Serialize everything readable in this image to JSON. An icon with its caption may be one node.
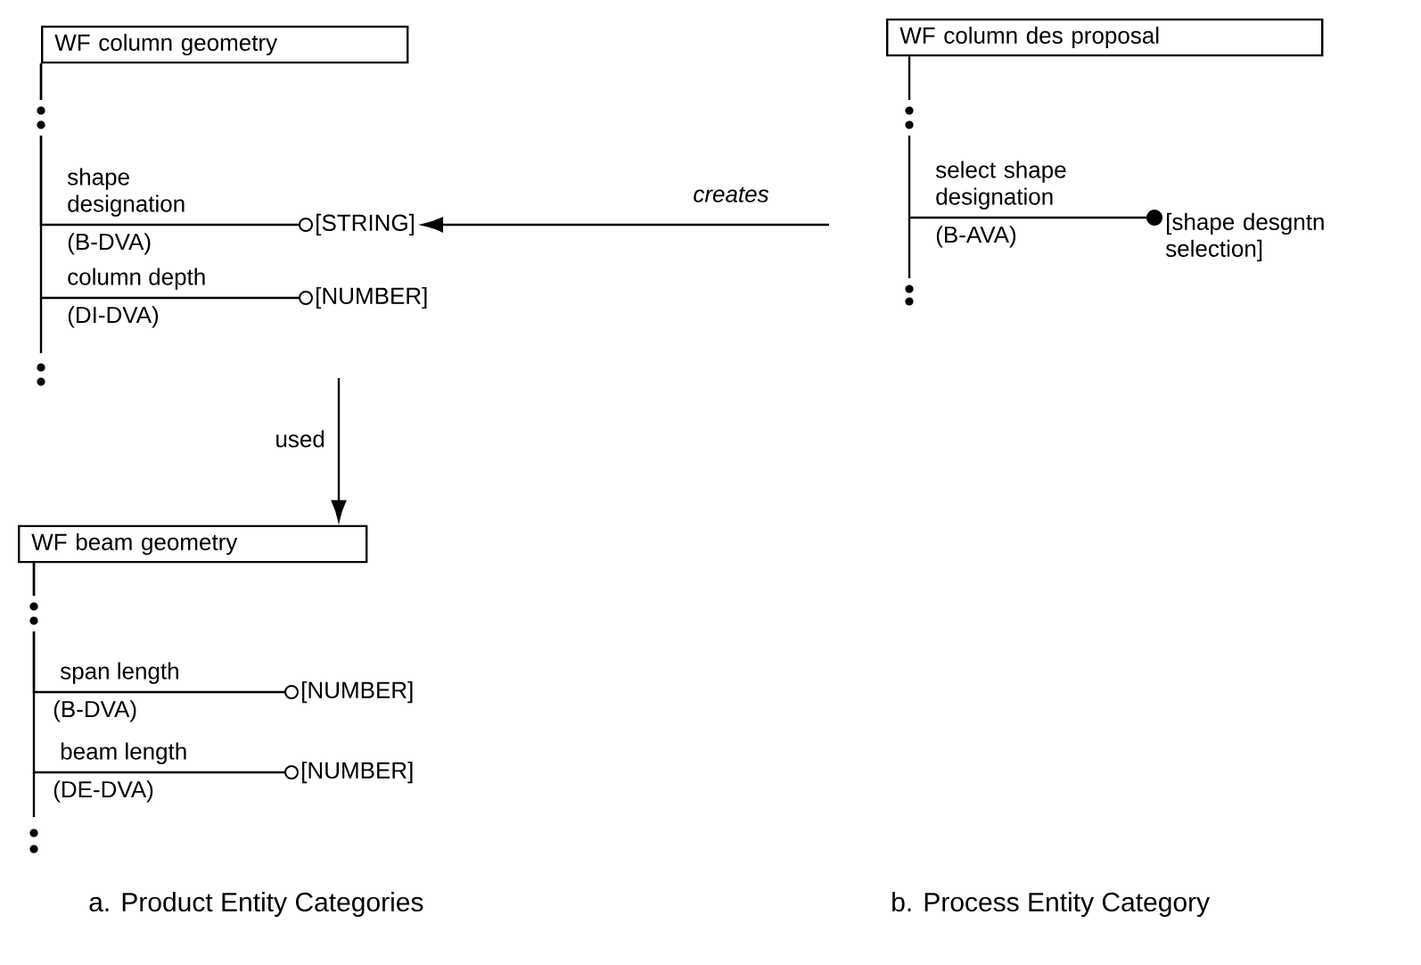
{
  "diagram": {
    "nodes": [
      {
        "text": [
          "WF column geometry"
        ]
      },
      {
        "text": [
          "[STRING]"
        ]
      },
      {
        "text": [
          "[NUMBER]"
        ]
      },
      {
        "text": [
          "WF column des proposal"
        ]
      },
      {
        "text": [
          "[shape desgntn selection]"
        ]
      },
      {
        "text": [
          "WF beam geometry"
        ]
      },
      {
        "text": [
          "[NUMBER]"
        ]
      },
      {
        "text": [
          "[NUMBER]"
        ]
      }
    ],
    "edges": [
      {
        "from": 0,
        "to": 1,
        "arrow": "other",
        "label": "shape designation"
      },
      {
        "from": 0,
        "to": 2,
        "arrow": "other",
        "label": "column depth"
      },
      {
        "from": 3,
        "to": 4,
        "arrow": "other",
        "label": "select shape designation"
      },
      {
        "from": null,
        "to": 1,
        "arrow": "to",
        "label": "creates"
      },
      {
        "from": null,
        "to": 5,
        "arrow": "to",
        "label": "used"
      },
      {
        "from": 5,
        "to": 6,
        "arrow": "other",
        "label": "span length"
      },
      {
        "from": 5,
        "to": 7,
        "arrow": "other",
        "label": "beam length"
      }
    ],
    "labels": [
      "(B-DVA)",
      "(DI-DVA)",
      "(B-AVA)",
      "(B-DVA)",
      "(DE-DVA)",
      "a. Product Entity Categories",
      "b. Process Entity Category"
    ]
  }
}
